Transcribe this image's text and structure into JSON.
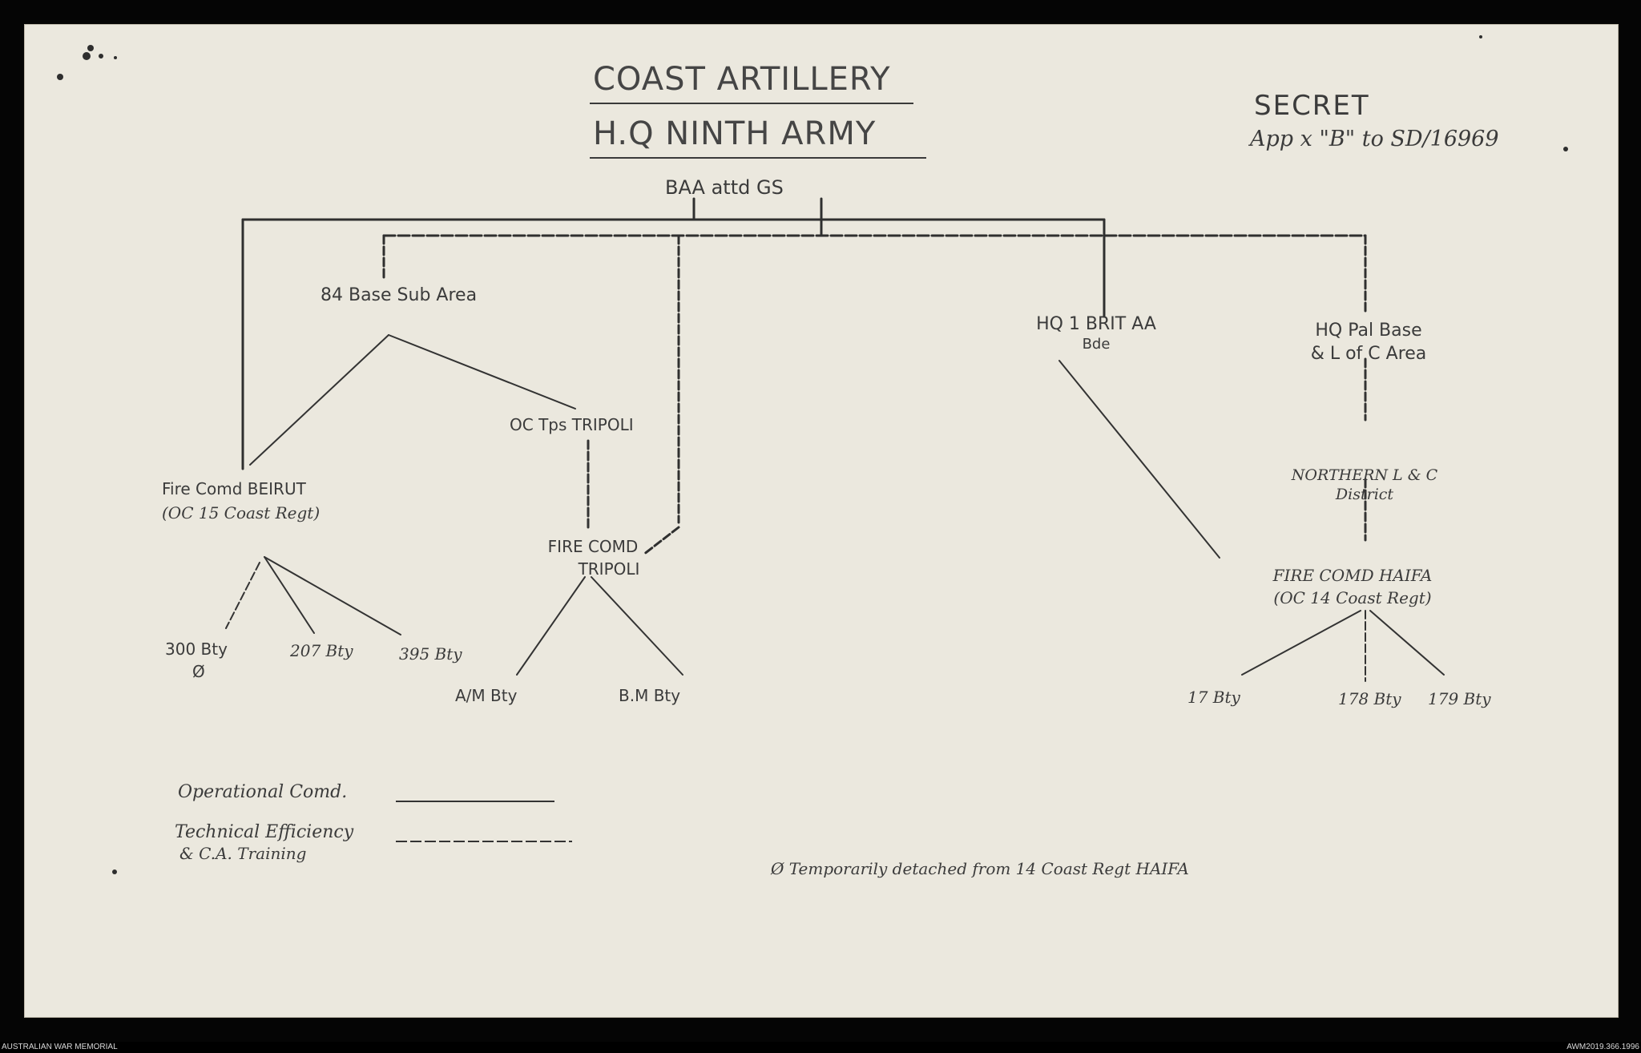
{
  "document": {
    "title_line1": "COAST ARTILLERY",
    "title_line2": "H.Q NINTH ARMY",
    "classification": "SECRET",
    "reference": "App x \"B\" to SD/16969",
    "root": "BAA attd GS"
  },
  "nodes": {
    "base_sub_area": "84 Base Sub Area",
    "hq_brit_aa_line1": "HQ 1 BRIT AA",
    "hq_brit_aa_line2": "Bde",
    "hq_pal_base_line1": "HQ Pal Base",
    "hq_pal_base_line2": "& L of C Area",
    "oc_tps_tripoli": "OC Tps TRIPOLI",
    "fire_comd_beirut_line1": "Fire Comd BEIRUT",
    "fire_comd_beirut_line2": "(OC 15 Coast Regt)",
    "fire_comd_tripoli_line1": "FIRE COMD",
    "fire_comd_tripoli_line2": "TRIPOLI",
    "northern_district_line1": "NORTHERN L & C",
    "northern_district_line2": "District",
    "fire_comd_haifa_line1": "FIRE COMD HAIFA",
    "fire_comd_haifa_line2": "(OC 14 Coast Regt)",
    "bty_300": "300 Bty",
    "bty_300_mark": "Ø",
    "bty_207": "207 Bty",
    "bty_395": "395 Bty",
    "bty_am": "A/M Bty",
    "bty_bm": "B.M Bty",
    "bty_17": "17 Bty",
    "bty_178": "178 Bty",
    "bty_179": "179 Bty"
  },
  "legend": {
    "operational": "Operational Comd.",
    "technical_line1": "Technical Efficiency",
    "technical_line2": "& C.A. Training"
  },
  "footnote": "Ø Temporarily detached from 14 Coast Regt HAIFA",
  "footer": {
    "left": "AUSTRALIAN WAR MEMORIAL",
    "right": "AWM2019.366.1996"
  }
}
